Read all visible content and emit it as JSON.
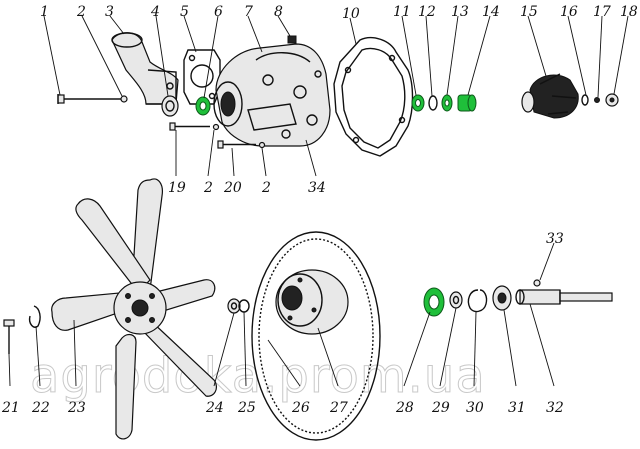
{
  "colors": {
    "highlight": "#1fbf3a",
    "ink": "#111111",
    "watermark": "#c9c9c9"
  },
  "watermark": "agrodoka.prom.ua",
  "labels": {
    "n1": "1",
    "n2a": "2",
    "n3": "3",
    "n4": "4",
    "n5": "5",
    "n6": "6",
    "n7": "7",
    "n8": "8",
    "n10": "10",
    "n11": "11",
    "n12": "12",
    "n13": "13",
    "n14": "14",
    "n15": "15",
    "n16": "16",
    "n17": "17",
    "n18": "18",
    "n19": "19",
    "n2b": "2",
    "n20": "20",
    "n2c": "2",
    "n34": "34",
    "n33": "33",
    "n21": "21",
    "n22": "22",
    "n23": "23",
    "n24": "24",
    "n25": "25",
    "n26": "26",
    "n27": "27",
    "n28": "28",
    "n29": "29",
    "n30": "30",
    "n31": "31",
    "n32": "32"
  }
}
